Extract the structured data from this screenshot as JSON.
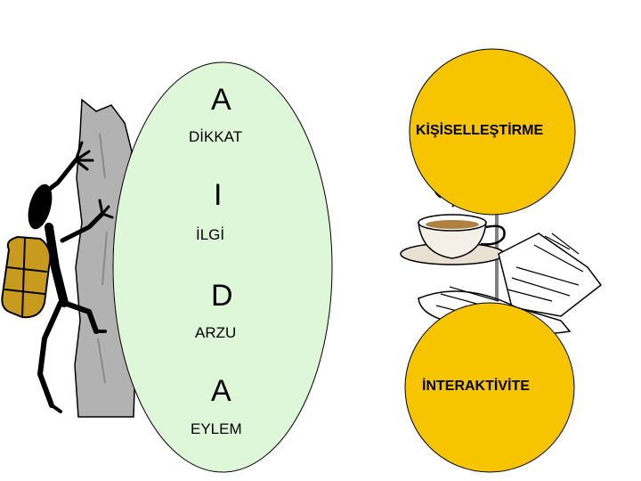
{
  "aida": {
    "steps": [
      {
        "letter": "A",
        "word": "DİKKAT"
      },
      {
        "letter": "I",
        "word": "İLGİ"
      },
      {
        "letter": "D",
        "word": "ARZU"
      },
      {
        "letter": "A",
        "word": "EYLEM"
      }
    ]
  },
  "circles": {
    "top_label": "KİŞİSELLEŞTİRME",
    "bottom_label": "İNTERAKTİVİTE"
  },
  "colors": {
    "oval_fill": "#ddf7d8",
    "circle_fill": "#f7c500",
    "rock_fill": "#b2b2b2",
    "backpack_fill": "#c89a1e",
    "connector": "#808080"
  },
  "icons": [
    "climber-clipart",
    "coffee-cup-clipart",
    "newspaper-clipart"
  ]
}
